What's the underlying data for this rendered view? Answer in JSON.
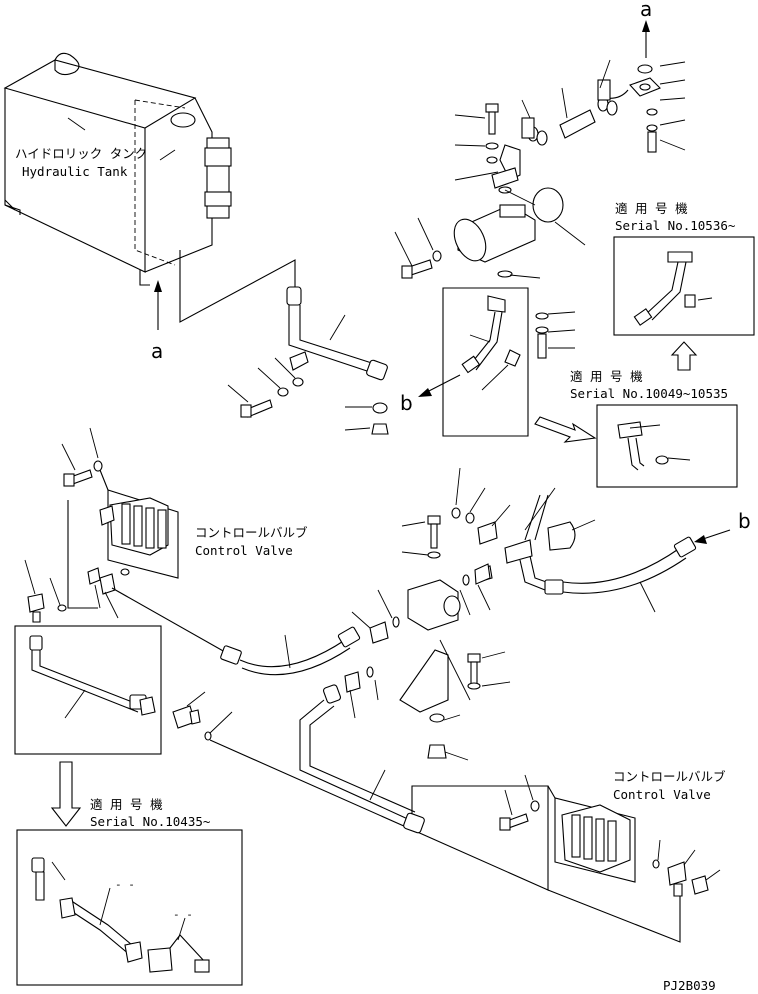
{
  "labels": {
    "hydraulic_tank_jp": "ハイドロリック タンク",
    "hydraulic_tank_en": "Hydraulic Tank",
    "control_valve_jp_1": "コントロールバルブ",
    "control_valve_en_1": "Control Valve",
    "control_valve_jp_2": "コントロールバルブ",
    "control_valve_en_2": "Control Valve",
    "applicable_jp_1": "適 用 号 機",
    "serial_1": "Serial No.10536~",
    "applicable_jp_2": "適 用 号 機",
    "serial_2": "Serial No.10049~10535",
    "applicable_jp_3": "適 用 号 機",
    "serial_3": "Serial No.10435~",
    "ref_a_top": "a",
    "ref_a_left": "a",
    "ref_b_mid": "b",
    "ref_b_right": "b",
    "drawing_code": "PJ2B039",
    "dash_1": "- -",
    "dash_2": "- -"
  }
}
